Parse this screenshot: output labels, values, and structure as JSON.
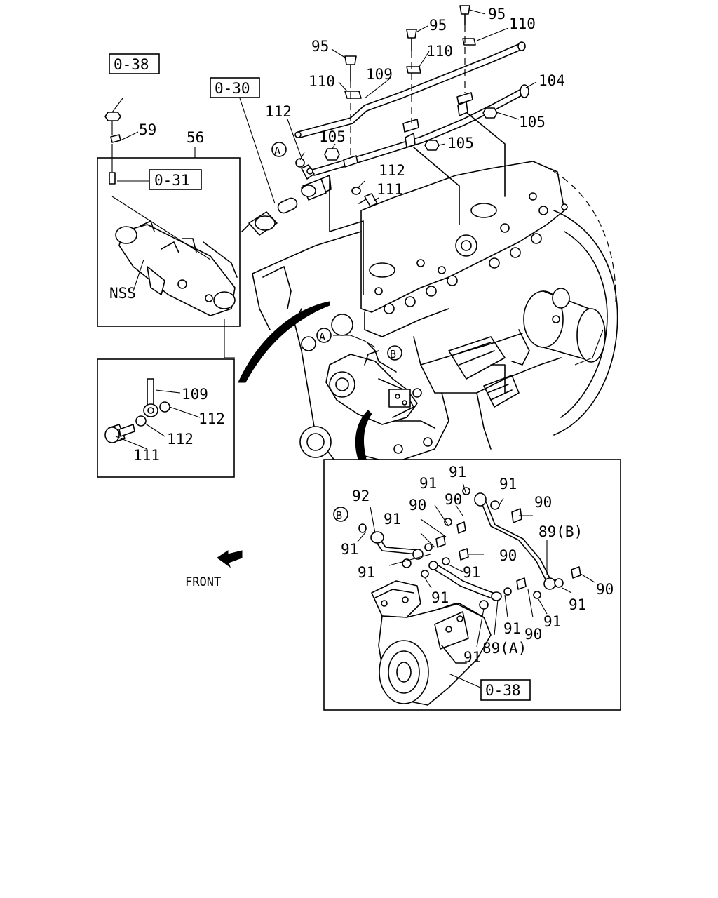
{
  "refs": {
    "r038a": "0-38",
    "r030": "0-30",
    "r031": "0-31",
    "r038b": "0-38"
  },
  "callouts": {
    "A": "A",
    "B": "B"
  },
  "labels": {
    "n95a": "95",
    "n110a": "110",
    "n95b": "95",
    "n110b": "110",
    "n95c": "95",
    "n110c": "110",
    "n109": "109",
    "n104": "104",
    "n105a": "105",
    "n105b": "105",
    "n105c": "105",
    "n112a": "112",
    "n112b": "112",
    "n111a": "111",
    "n59": "59",
    "n56": "56",
    "nss": "NSS",
    "d109": "109",
    "d112a": "112",
    "d112b": "112",
    "d111": "111",
    "front": "FRONT",
    "e91a": "91",
    "e92": "92",
    "e91b": "91",
    "e91c": "91",
    "e90a": "90",
    "e90b": "90",
    "e91d": "91",
    "e90c": "90",
    "e89b": "89(B)",
    "e91e": "91",
    "e91f": "91",
    "e90d": "90",
    "e91g": "91",
    "e91h": "91",
    "e90e": "90",
    "e91i": "91",
    "e90f": "90",
    "e91j": "91",
    "e91k": "91",
    "e89a": "89(A)",
    "e91l": "91"
  }
}
